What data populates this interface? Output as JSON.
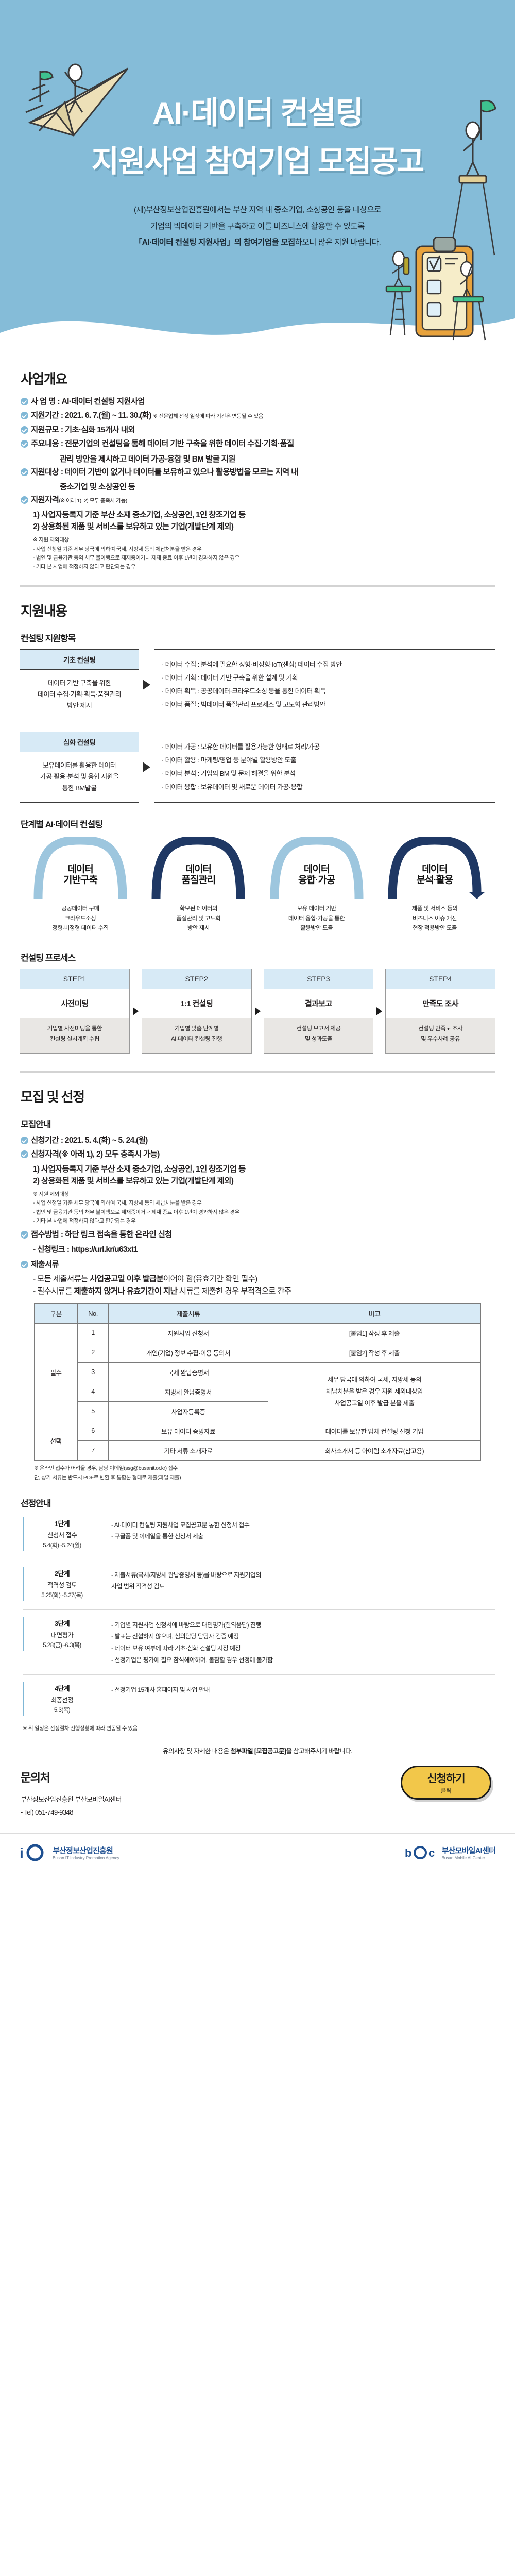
{
  "hero": {
    "title_line1": "AI·데이터 컨설팅",
    "title_line2": "지원사업 참여기업 모집공고",
    "desc_line1": "(재)부산정보산업진흥원에서는 부산 지역 내 중소기업, 소상공인 등을 대상으로",
    "desc_line2": "기업의 빅데이터 기반을 구축하고 이를 비즈니스에 활용할 수 있도록",
    "desc_line3_a": "「AI·데이터 컨설팅 지원사업」",
    "desc_line3_b": "의 참여기업을 모집",
    "desc_line3_c": "하오니 많은 지원 바랍니다."
  },
  "overview": {
    "heading": "사업개요",
    "items": [
      {
        "label": "사 업 명 : ",
        "value": "AI·데이터 컨설팅 지원사업",
        "note": ""
      },
      {
        "label": "지원기간 : ",
        "value": "2021. 6. 7.(월) ~ 11. 30.(화)",
        "note": "※ 전문업체 선정 일정에 따라 기간은 변동될 수 있음"
      },
      {
        "label": "지원규모 : ",
        "value": "기초·심화 15개사 내외",
        "note": ""
      },
      {
        "label": "주요내용 : ",
        "value": "전문기업의 컨설팅을 통해 데이터 기반 구축을 위한 데이터 수집·기획·품질",
        "note": ""
      },
      {
        "label": "지원대상 : ",
        "value": "데이터 기반이 없거나 데이터를 보유하고 있으나 활용방법을 모르는 지역 내",
        "note": ""
      }
    ],
    "main_cont": "관리 방안을 제시하고 데이터 가공·융합 및 BM 발굴 지원",
    "target_cont": "중소기업 및 소상공인 등",
    "qualify_label": "지원자격",
    "qualify_note": "(※ 아래 1), 2) 모두 충족시 가능)",
    "qualify_1": "1) 사업자등록지 기준 부산 소재 중소기업, 소상공인, 1인 창조기업 등",
    "qualify_2": "2) 상용화된 제품 및 서비스를 보유하고 있는 기업(개발단계 제외)",
    "exclude_title": "※ 지원 제외대상",
    "exclude_items": [
      "- 사업 신청일 기준 세무 당국에 의하여 국세, 지방세 등의 체납처분을 받은 경우",
      "- 법인 및 금융기관 등의 채무 불이행으로 제재중이거나 제재 종료 이후 1년이 경과하지 않은 경우",
      "- 기타 본 사업에 적정하지 않다고 판단되는 경우"
    ]
  },
  "support": {
    "heading": "지원내용",
    "sub_heading": "컨설팅 지원항목",
    "rows": [
      {
        "head": "기초 컨설팅",
        "body": "데이터 기반 구축을 위한\n데이터 수집·기획·획득·품질관리\n방안 제시",
        "details": [
          "· 데이터 수집 : 분석에 필요한 정형·비정형·IoT(센싱) 데이터 수집 방안",
          "· 데이터 기획 : 데이터 기반 구축을 위한 설계 및 기획",
          "· 데이터 획득 : 공공데이터·크라우드소싱 등을 통한 데이터 획득",
          "· 데이터 품질 : 빅데이터 품질관리 프로세스 및 고도화 관리방안"
        ]
      },
      {
        "head": "심화 컨설팅",
        "body": "보유데이터를 활용한 데이터\n가공·활용·분석 및 융합 지원을\n통한 BM발굴",
        "details": [
          "· 데이터 가공 : 보유한 데이터를 활용가능한 형태로 처리/가공",
          "· 데이터 활용 : 마케팅/영업 등 분야별 활용방안 도출",
          "· 데이터 분석 : 기업의 BM 및 문제 해결을 위한 분석",
          "· 데이터 융합 : 보유데이터 및 새로운 데이터 가공·융합"
        ]
      }
    ]
  },
  "stages": {
    "heading": "단계별 AI·데이터 컨설팅",
    "items": [
      {
        "label_1": "데이터",
        "label_2": "기반구축",
        "color": "#9dc6de",
        "desc": "공공데이터 구매\n크라우드소싱\n정형·비정형 데이터 수집"
      },
      {
        "label_1": "데이터",
        "label_2": "품질관리",
        "color": "#1f3864",
        "desc": "확보된 데이터의\n품질관리 및 고도화\n방안 제시"
      },
      {
        "label_1": "데이터",
        "label_2": "융합·가공",
        "color": "#9dc6de",
        "desc": "보유 데이터 기반\n데이터 융합·가공을 통한\n활용방안 도출"
      },
      {
        "label_1": "데이터",
        "label_2": "분석·활용",
        "color": "#1f3864",
        "desc": "제품 및 서비스 등의\n비즈니스 이슈 개선\n현장 적용방안 도출"
      }
    ]
  },
  "process": {
    "heading": "컨설팅 프로세스",
    "steps": [
      {
        "step": "STEP1",
        "title": "사전미팅",
        "desc": "기업별 사전미팅을 통한\n컨설팅 실시계획 수립"
      },
      {
        "step": "STEP2",
        "title": "1:1 컨설팅",
        "desc": "기업별 맞춤 단계별\nAI·데이터 컨설팅 진행"
      },
      {
        "step": "STEP3",
        "title": "결과보고",
        "desc": "컨설팅 보고서 제공\n및 성과도출"
      },
      {
        "step": "STEP4",
        "title": "만족도 조사",
        "desc": "컨설팅 만족도 조사\n및 우수사례 공유"
      }
    ]
  },
  "recruit": {
    "heading": "모집 및 선정",
    "sub_heading": "모집안내",
    "apply_period_label": "신청기간 : ",
    "apply_period_value": "2021. 5. 4.(화) ~ 5. 24.(월)",
    "qualify_label": "신청자격",
    "qualify_note": "(※ 아래 1), 2) 모두 충족시 가능)",
    "qualify_1": "1) 사업자등록지 기준 부산 소재 중소기업, 소상공인, 1인 창조기업 등",
    "qualify_2": "2) 상용화된 제품 및 서비스를 보유하고 있는 기업(개발단계 제외)",
    "exclude_title": "※ 지원 제외대상",
    "exclude_items": [
      "- 사업 신청일 기준 세무 당국에 의하여 국세, 지방세 등의 체납처분을 받은 경우",
      "- 법인 및 금융기관 등의 채무 불이행으로 제재중이거나 제재 종료 이후 1년이 경과하지 않은 경우",
      "- 기타 본 사업에 적정하지 않다고 판단되는 경우"
    ],
    "method_label": "접수방법 : ",
    "method_value": "하단 링크 접속을 통한 온라인 신청",
    "link_label": "- 신청링크 : ",
    "link_value": "https://url.kr/u63xt1",
    "docs_label": "제출서류",
    "docs_note1_a": "- 모든 제출서류는 ",
    "docs_note1_b": "사업공고일 이후 발급분",
    "docs_note1_c": "이어야 함(유효기간 확인 필수)",
    "docs_note2_a": "- 필수서류를 ",
    "docs_note2_b": "제출하지 않거나 유효기간이 지난 ",
    "docs_note2_c": "서류를 제출한 경우 부적격으로 간주",
    "table": {
      "headers": [
        "구분",
        "No.",
        "제출서류",
        "비고"
      ],
      "group_required": "필수",
      "group_optional": "선택",
      "rows": [
        {
          "no": "1",
          "doc": "지원사업 신청서",
          "remark": "[붙임1] 작성 후 제출"
        },
        {
          "no": "2",
          "doc": "개인(기업) 정보 수집·이용 동의서",
          "remark": "[붙임2] 작성 후 제출"
        },
        {
          "no": "3",
          "doc": "국세 완납증명서",
          "remark": ""
        },
        {
          "no": "4",
          "doc": "지방세 완납증명서",
          "remark": ""
        },
        {
          "no": "5",
          "doc": "사업자등록증",
          "remark": ""
        },
        {
          "no": "6",
          "doc": "보유 데이터 증빙자료",
          "remark": "데이터를 보유한 업체 컨설팅 신청 기업"
        },
        {
          "no": "7",
          "doc": "기타 서류 소개자료",
          "remark": "회사소개서 등 아이템 소개자료(참고용)"
        }
      ]
    },
    "table_note": "※ 온라인 접수가 어려울 경우, 담당 이메일(ssg@busanit.or.kr) 접수\n단, 상기 서류는 반드시 PDF로 변환 후 통합본 형태로 제출(파일 제출)"
  },
  "selection": {
    "heading": "선정안내",
    "rows": [
      {
        "stage": "1단계",
        "name": "신청서 접수",
        "date": "5.4(화)~5.24(월)",
        "desc": "- AI·데이터 컨설팅 지원사업 모집공고문 통한 신청서 접수\n- 구글폼 및 이메일을 통한 신청서 제출"
      },
      {
        "stage": "2단계",
        "name": "적격성 검토",
        "date": "5.25(화)~5.27(목)",
        "desc": "- 제출서류(국세/지방세 완납증명서 등)를 바탕으로 지원기업의\n  사업 범위 적격성 검토"
      },
      {
        "stage": "3단계",
        "name": "대면평가",
        "date": "5.28(금)~6.3(목)",
        "desc": "- 기업별 지원사업 신청서에 바탕으로 대면평가(질의응답) 진행\n- 발표는 전협하지 않으며, 심의담당 담당자 검증 예정\n- 데이터 보유 여부에 따라 기초·심화 컨설팅 지정 예정\n- 선정기업은 평가에 필요 참석해야하며, 불참할 경우 선정에 불가함"
      },
      {
        "stage": "4단계",
        "name": "최종선정",
        "date": "5.3(목)",
        "desc": "- 선정기업 15개사 홈페이지 및 사업 안내"
      }
    ],
    "note": "※ 위 일정은 선정절차 진행상황에 따라 변동될 수 있음"
  },
  "closing": {
    "line_a": "유의사항 및 자세한 내용은 ",
    "line_b": "첨부파일 [모집공고문]",
    "line_c": "을 참고해주시기 바랍니다."
  },
  "contact": {
    "heading": "문의처",
    "line1": "부산정보산업진흥원 부산모바일AI센터",
    "line2": "- Tel) 051-749-9348"
  },
  "apply_button": {
    "label": "신청하기",
    "sub": "클릭"
  },
  "footer": {
    "logo_left_name": "부산정보산업진흥원",
    "logo_left_sub": "Busan IT Industry Promotion Agency",
    "logo_right_name": "부산모바일AI센터",
    "logo_right_sub": "Busan Mobile AI Center",
    "logo_right_mark": "b·a·c"
  },
  "colors": {
    "hero_bg": "#85bcd8",
    "accent_light": "#9dc6de",
    "accent_dark": "#1f3864",
    "table_head": "#d7eaf6",
    "button": "#f2c74a"
  }
}
